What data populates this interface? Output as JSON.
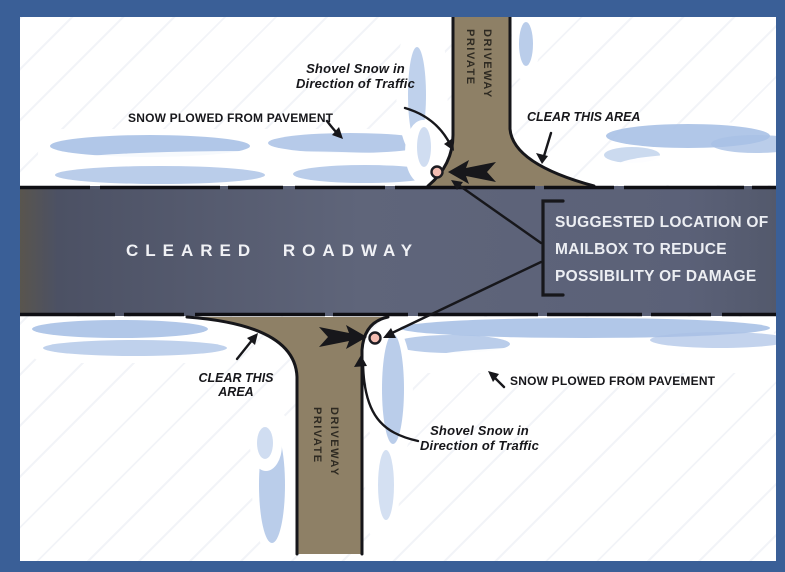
{
  "colors": {
    "frame": "#3a5f97",
    "road": "#5e6479",
    "driveway": "#8e8066",
    "snow_accent": "#a9c1e5",
    "mailbox_dot": "#f4bdb2",
    "ink": "#17171b",
    "road_text": "#f0f1f5"
  },
  "road": {
    "label": "CLEARED ROADWAY"
  },
  "driveways": {
    "top_label": "PRIVATE\nDRIVEWAY",
    "bottom_label": "PRIVATE\nDRIVEWAY"
  },
  "annotations": {
    "snow_plowed_top": "SNOW PLOWED FROM PAVEMENT",
    "snow_plowed_bottom": "SNOW PLOWED FROM PAVEMENT",
    "shovel_top": "Shovel Snow in\nDirection of Traffic",
    "shovel_bottom": "Shovel Snow in\nDirection of Traffic",
    "clear_top": "CLEAR THIS AREA",
    "clear_bottom": "CLEAR THIS\nAREA",
    "mailbox_note": "SUGGESTED LOCATION OF\nMAILBOX TO REDUCE\nPOSSIBILITY OF DAMAGE"
  }
}
